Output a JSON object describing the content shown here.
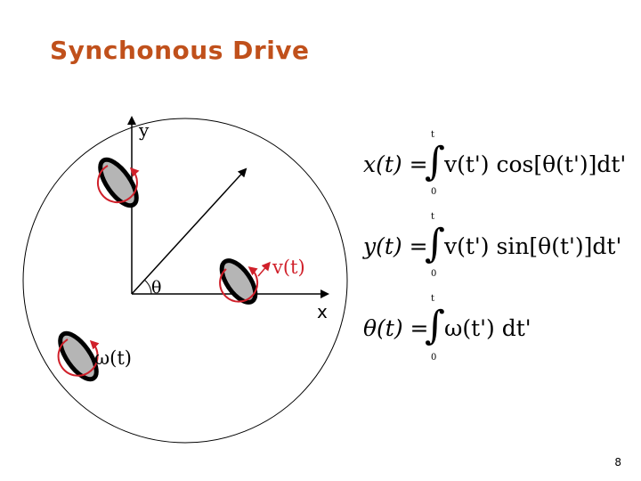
{
  "title": "Synchonous Drive",
  "diagram": {
    "y_label": "y",
    "x_label": "x",
    "theta_label": "θ",
    "v_label": "v(t)",
    "omega_label": "ω(t)"
  },
  "equations": [
    {
      "lhs": "x(t) =",
      "integrand": "v(t')  cos[θ(t')]dt'",
      "upper": "t",
      "lower": "0"
    },
    {
      "lhs": "y(t) =",
      "integrand": "v(t')  sin[θ(t')]dt'",
      "upper": "t",
      "lower": "0"
    },
    {
      "lhs": "θ(t) =",
      "integrand": "ω(t')  dt'",
      "upper": "t",
      "lower": "0"
    }
  ],
  "page_number": "8",
  "colors": {
    "title": "#c0501b",
    "arrow": "#d0202a",
    "wheel": "#b5b5b5"
  }
}
